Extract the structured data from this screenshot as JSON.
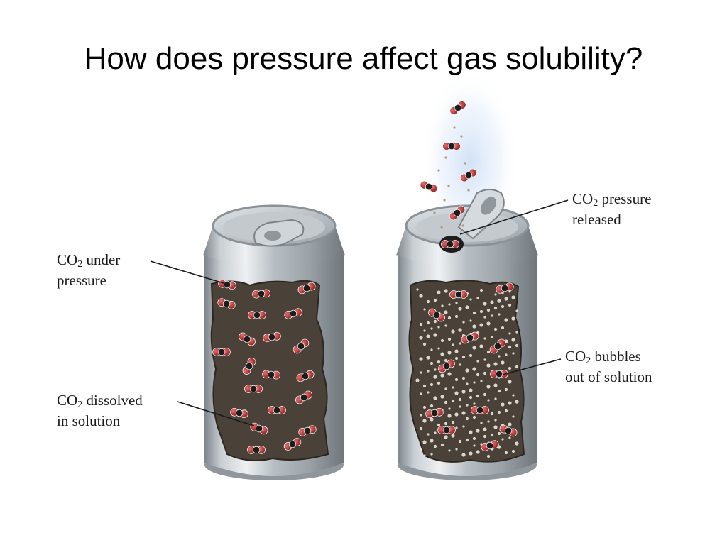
{
  "slide": {
    "title": "How does pressure affect gas solubility?"
  },
  "labels": {
    "under_pressure": {
      "chem": "CO",
      "sub": "2",
      "line1_rest": " under",
      "line2": "pressure"
    },
    "dissolved": {
      "chem": "CO",
      "sub": "2",
      "line1_rest": " dissolved",
      "line2": "in solution"
    },
    "released": {
      "chem": "CO",
      "sub": "2",
      "line1_rest": " pressure",
      "line2": "released"
    },
    "bubbles": {
      "chem": "CO",
      "sub": "2",
      "line1_rest": " bubbles",
      "line2": "out of solution"
    }
  },
  "colors": {
    "liquid": "#4a4238",
    "can_metal": "#b8bec2",
    "oxygen": "#b42b2b",
    "carbon": "#1c1c1c",
    "leader_line": "#1a1a1a"
  },
  "icons": {
    "molecule": "co2-molecule-icon",
    "bubble": "gas-bubble-icon"
  }
}
